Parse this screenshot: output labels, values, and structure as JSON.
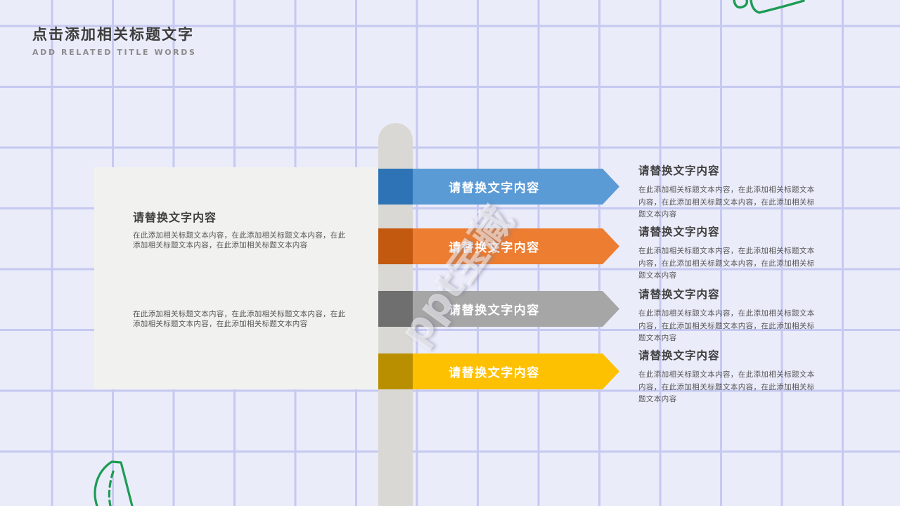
{
  "title": {
    "zh": "点击添加相关标题文字",
    "en": "ADD RELATED TITLE WORDS"
  },
  "watermark_text": "ppt宝藏",
  "placeholder_heading": "请替换文字内容",
  "placeholder_body": "在此添加相关标题文本内容，在此添加相关标题文本内容，在此添加相关标题文本内容，在此添加相关标题文本内容",
  "left_panel": {
    "heading": "请替换文字内容",
    "para1": "在此添加相关标题文本内容，在此添加相关标题文本内容，在此添加相关标题文本内容，在此添加相关标题文本内容",
    "para2": "在此添加相关标题文本内容，在此添加相关标题文本内容，在此添加相关标题文本内容，在此添加相关标题文本内容"
  },
  "banners": [
    {
      "label": "请替换文字内容",
      "dark": "#2e73b5",
      "light": "#5b9bd5"
    },
    {
      "label": "请替换文字内容",
      "dark": "#c2590f",
      "light": "#ed7d31"
    },
    {
      "label": "请替换文字内容",
      "dark": "#6f6f6f",
      "light": "#a6a6a6"
    },
    {
      "label": "请替换文字内容",
      "dark": "#b98f00",
      "light": "#fec101"
    }
  ],
  "right_blocks": [
    {
      "heading": "请替换文字内容",
      "body": "在此添加相关标题文本内容，在此添加相关标题文本内容，在此添加相关标题文本内容，在此添加相关标题文本内容"
    },
    {
      "heading": "请替换文字内容",
      "body": "在此添加相关标题文本内容，在此添加相关标题文本内容，在此添加相关标题文本内容，在此添加相关标题文本内容"
    },
    {
      "heading": "请替换文字内容",
      "body": "在此添加相关标题文本内容，在此添加相关标题文本内容，在此添加相关标题文本内容，在此添加相关标题文本内容"
    },
    {
      "heading": "请替换文字内容",
      "body": "在此添加相关标题文本内容，在此添加相关标题文本内容，在此添加相关标题文本内容，在此添加相关标题文本内容"
    }
  ],
  "colors": {
    "grid_line": "#c6c9f0",
    "grid_bg": "#ebecfa",
    "pole": "#d9d8d4",
    "panel_bg": "#f1f1ef",
    "doodle_green": "#1c9c54",
    "title_text": "#3d3d3d",
    "body_text": "#555555"
  }
}
